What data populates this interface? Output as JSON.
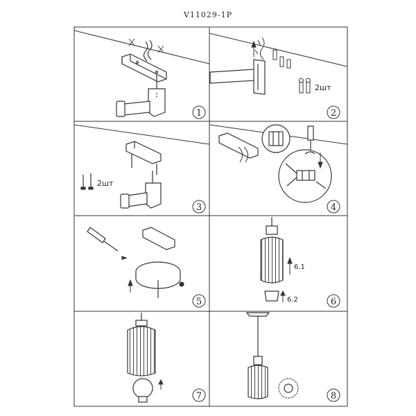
{
  "title": "V11029-1P",
  "steps": [
    {
      "number": "1"
    },
    {
      "number": "2",
      "qty_label": "2шт"
    },
    {
      "number": "3",
      "qty_label": "2шт"
    },
    {
      "number": "4"
    },
    {
      "number": "5"
    },
    {
      "number": "6",
      "labels": [
        "6.1",
        "6.2"
      ]
    },
    {
      "number": "7"
    },
    {
      "number": "8"
    }
  ]
}
